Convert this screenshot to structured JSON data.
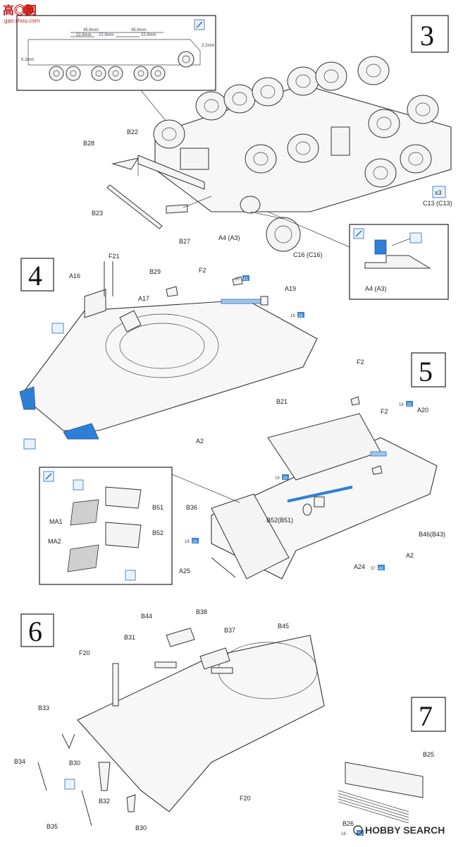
{
  "watermark": {
    "brand": "高◎网",
    "site": "gao.shou.com",
    "footer": "HOBBY SEARCH"
  },
  "steps": {
    "s3": "3",
    "s4": "4",
    "s5": "5",
    "s6": "6",
    "s7": "7"
  },
  "step3": {
    "dims": [
      "45.6mm",
      "45.6mm",
      "22.8mm",
      "22.8mm",
      "22.8mm",
      "3.2mm",
      "5.2mm"
    ],
    "labels": [
      "B28",
      "B22",
      "B23",
      "B27",
      "A4 (A3)",
      "C16 (C16)",
      "C13 (C13)",
      "A4 (A3)"
    ],
    "qty": "x3"
  },
  "step4": {
    "labels": [
      "F21",
      "A16",
      "B29",
      "F2",
      "A17",
      "A19",
      "A2"
    ],
    "refs": [
      "37",
      "43",
      "18",
      "28"
    ]
  },
  "step5": {
    "labels": [
      "F2",
      "B21",
      "F2",
      "A20",
      "B51",
      "MA1",
      "MA2",
      "B52",
      "B36",
      "B52(B51)",
      "B46(B43)",
      "A2",
      "A25",
      "A24"
    ],
    "refs": [
      "18",
      "28",
      "18",
      "28",
      "18",
      "28",
      "37",
      "43"
    ]
  },
  "step6": {
    "labels": [
      "B38",
      "B44",
      "B37",
      "B45",
      "B31",
      "F20",
      "B33",
      "B34",
      "B30",
      "B32",
      "B35",
      "B30",
      "F20"
    ]
  },
  "step7": {
    "labels": [
      "B25",
      "B26"
    ],
    "refs": [
      "18",
      "28"
    ]
  }
}
